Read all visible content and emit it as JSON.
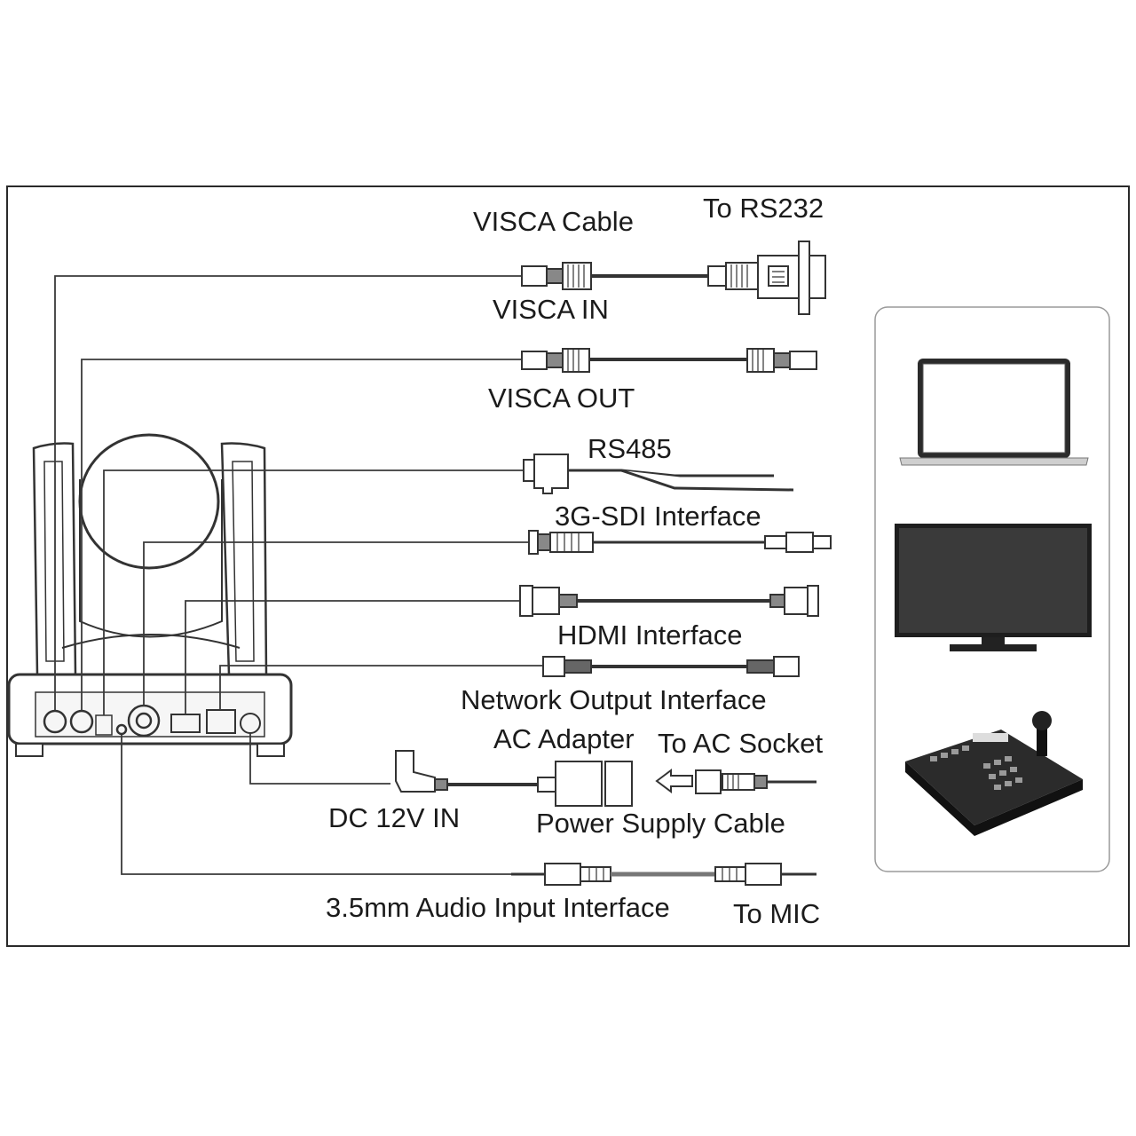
{
  "labels": {
    "visca_cable": "VISCA Cable",
    "to_rs232": "To RS232",
    "visca_in": "VISCA IN",
    "visca_out": "VISCA OUT",
    "rs485": "RS485",
    "sdi": "3G-SDI Interface",
    "hdmi": "HDMI Interface",
    "network": "Network Output Interface",
    "ac_adapter": "AC Adapter",
    "to_ac_socket": "To AC Socket",
    "dc_in": "DC 12V IN",
    "power_cable": "Power Supply Cable",
    "audio": "3.5mm Audio Input Interface",
    "to_mic": "To MIC"
  },
  "devices": [
    "laptop-icon",
    "monitor-icon",
    "ptz-keyboard-controller-icon"
  ],
  "colors": {
    "line": "#3a3a3a",
    "frame": "#2a2a2a",
    "panel_border": "#9a9a9a"
  }
}
